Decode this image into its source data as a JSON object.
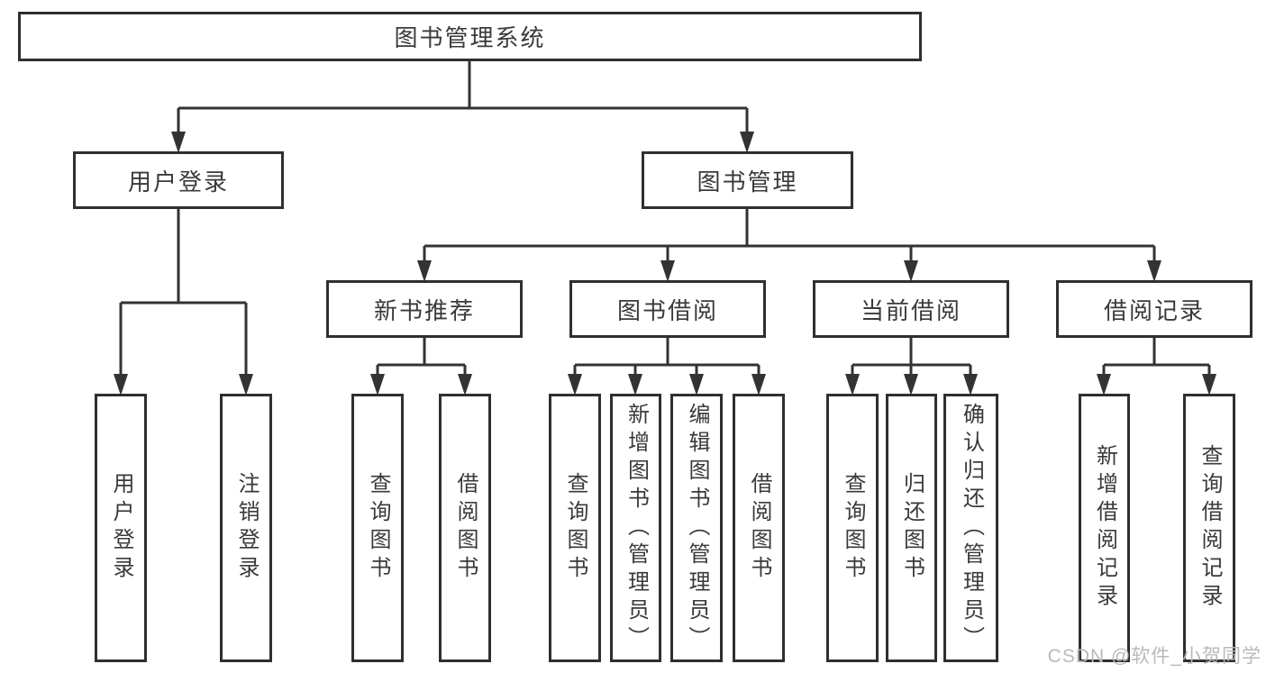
{
  "colors": {
    "line": "#333333",
    "box_border": "#2f2f2f",
    "text": "#3a3a3a",
    "background": "#ffffff",
    "watermark": "#b9b9b9"
  },
  "root": {
    "label": "图书管理系统"
  },
  "branches": [
    {
      "label": "用户登录",
      "children": [
        {
          "label": "用户登录"
        },
        {
          "label": "注销登录"
        }
      ]
    },
    {
      "label": "图书管理",
      "children": [
        {
          "label": "新书推荐",
          "children": [
            {
              "label": "查询图书"
            },
            {
              "label": "借阅图书"
            }
          ]
        },
        {
          "label": "图书借阅",
          "children": [
            {
              "label": "查询图书"
            },
            {
              "label": "新增图书（管理员）"
            },
            {
              "label": "编辑图书（管理员）"
            },
            {
              "label": "借阅图书"
            }
          ]
        },
        {
          "label": "当前借阅",
          "children": [
            {
              "label": "查询图书"
            },
            {
              "label": "归还图书"
            },
            {
              "label": "确认归还（管理员）"
            }
          ]
        },
        {
          "label": "借阅记录",
          "children": [
            {
              "label": "新增借阅记录"
            },
            {
              "label": "查询借阅记录"
            }
          ]
        }
      ]
    }
  ],
  "watermark": {
    "text": "CSDN @软件_小贺同学"
  }
}
